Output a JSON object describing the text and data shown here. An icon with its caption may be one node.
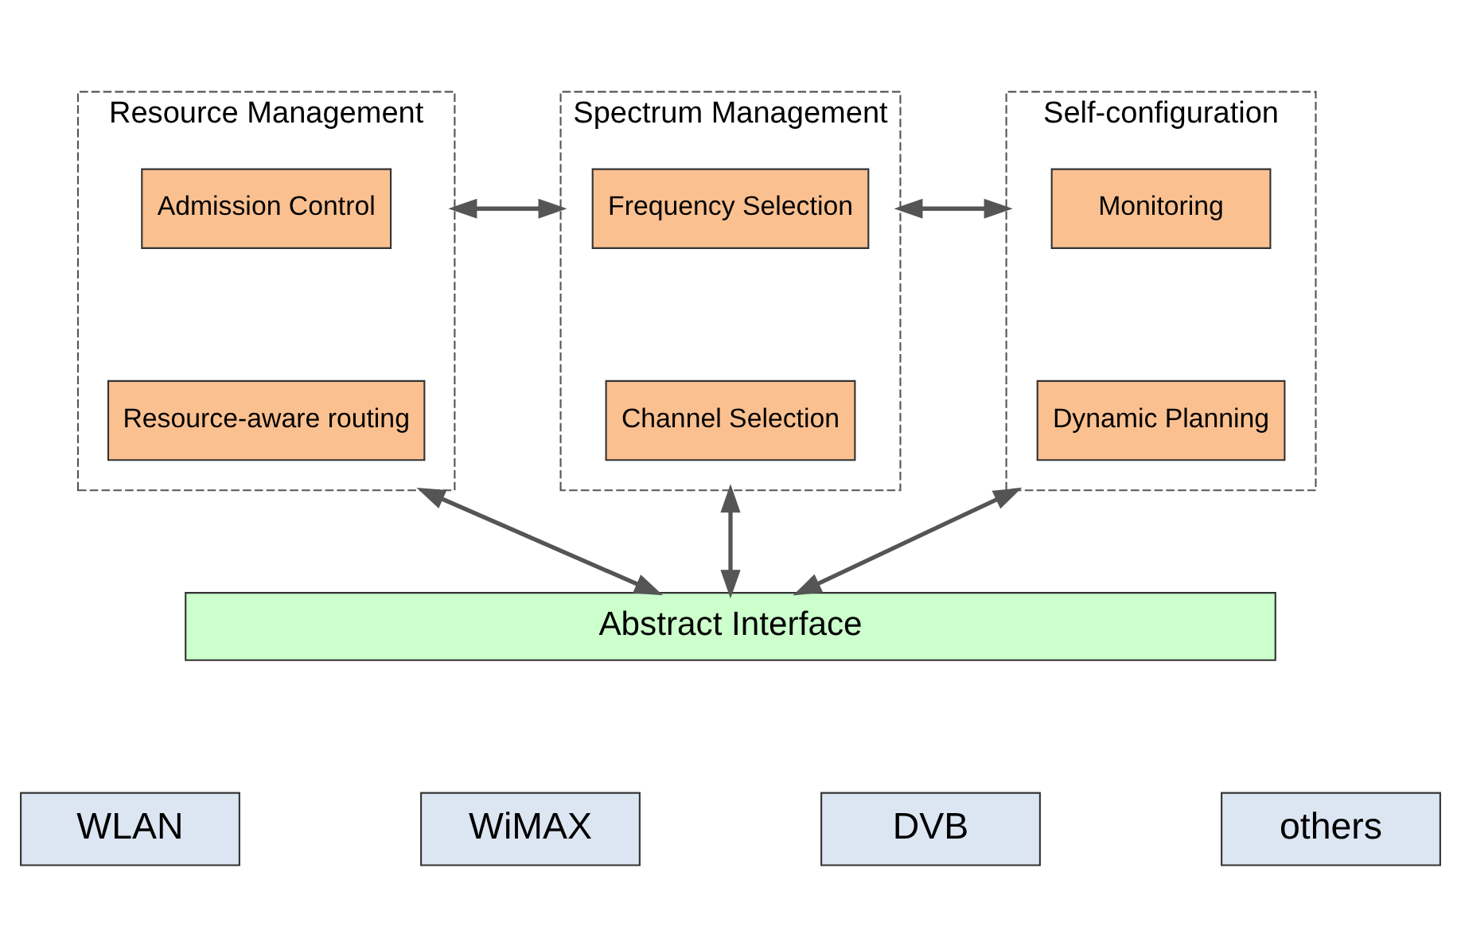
{
  "diagram": {
    "nodes": [
      {
        "text": [
          "Resource Management"
        ]
      },
      {
        "text": [
          "Admission Control"
        ],
        "in": 0
      },
      {
        "text": [
          "Resource-aware routing"
        ],
        "in": 0
      },
      {
        "text": [
          "Spectrum Management"
        ]
      },
      {
        "text": [
          "Frequency Selection"
        ],
        "in": 3
      },
      {
        "text": [
          "Channel Selection"
        ],
        "in": 3
      },
      {
        "text": [
          "Self-configuration"
        ]
      },
      {
        "text": [
          "Monitoring"
        ],
        "in": 6
      },
      {
        "text": [
          "Dynamic Planning"
        ],
        "in": 6
      },
      {
        "text": [
          "Abstract Interface"
        ]
      },
      {
        "text": [
          "WLAN"
        ]
      },
      {
        "text": [
          "WiMAX"
        ]
      },
      {
        "text": [
          "DVB"
        ]
      },
      {
        "text": [
          "others"
        ]
      }
    ],
    "edges": [
      {
        "from": 0,
        "to": 3,
        "arrow": "both"
      },
      {
        "from": 3,
        "to": 6,
        "arrow": "both"
      },
      {
        "from": 0,
        "to": 9,
        "arrow": "both"
      },
      {
        "from": 3,
        "to": 9,
        "arrow": "both"
      },
      {
        "from": 6,
        "to": 9,
        "arrow": "both"
      }
    ]
  }
}
